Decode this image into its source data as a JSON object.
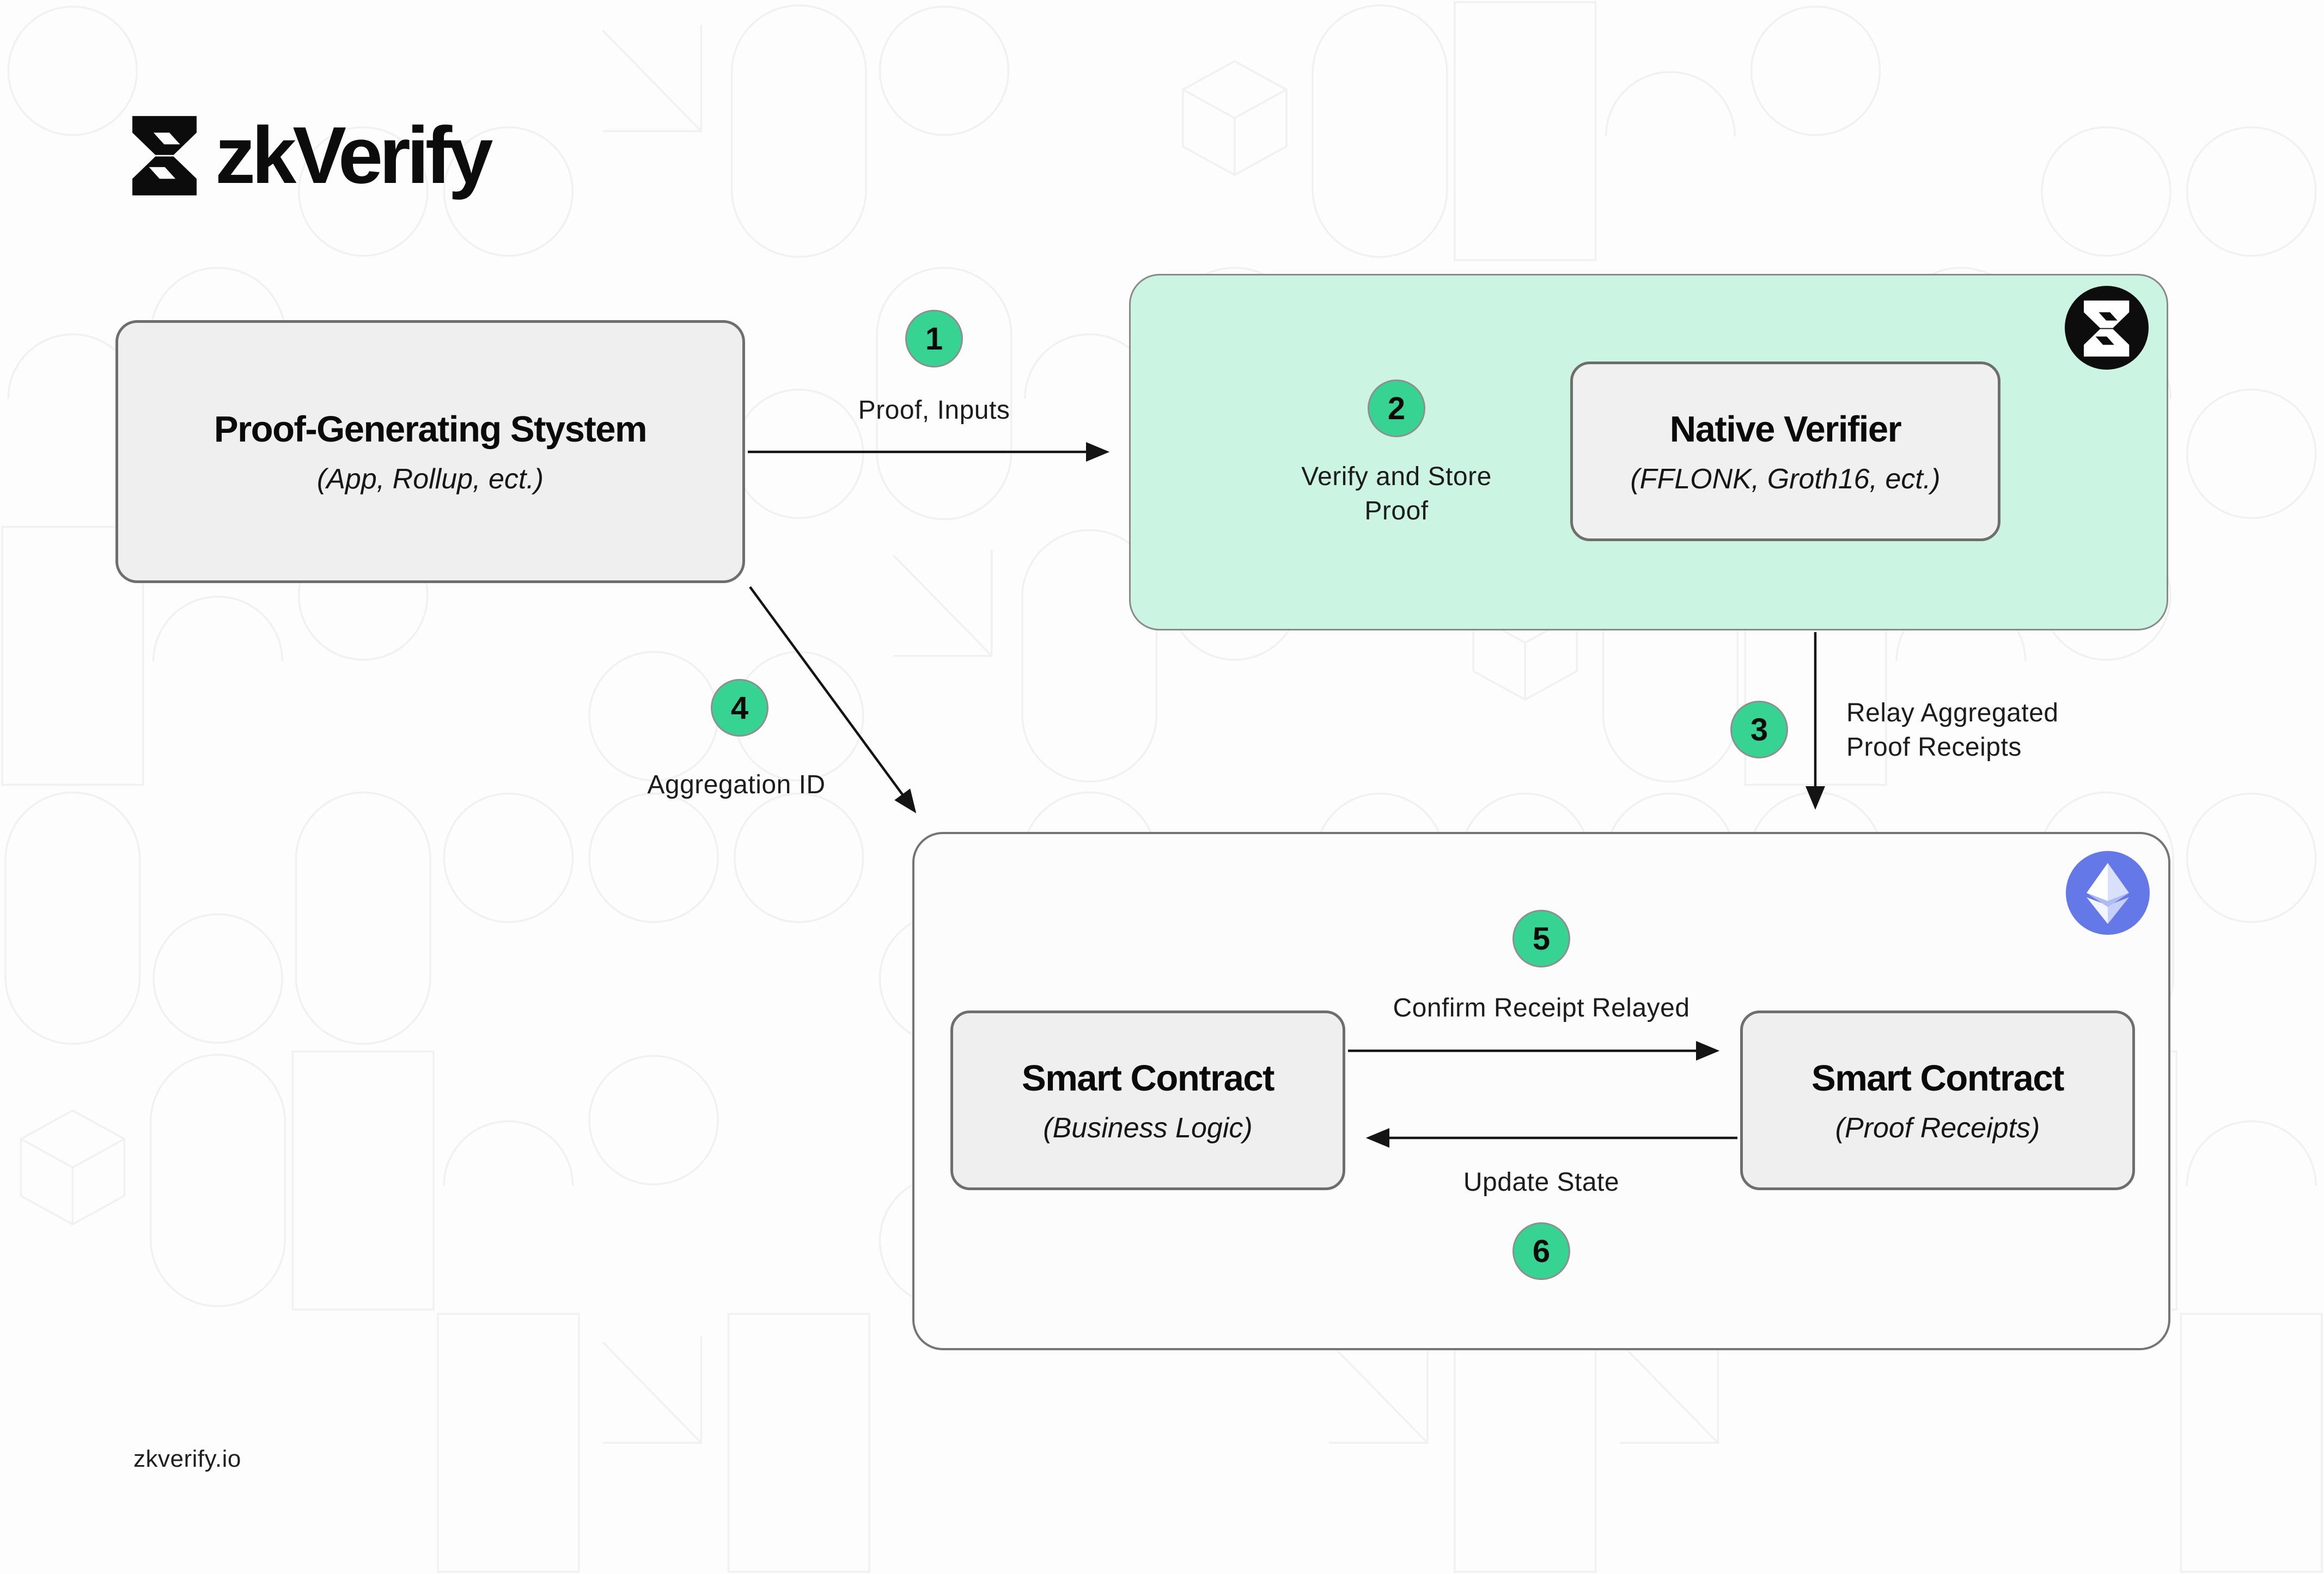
{
  "page": {
    "title": "zkVerify proof verification flow diagram"
  },
  "colors": {
    "accent-green": "#36d392",
    "mint-panel": "#cbf5e2",
    "node-fill": "#efefef",
    "node-border": "#6e6e6e",
    "panel-border": "#8a8a8a",
    "outer-box-fill": "#fcfcfc",
    "outer-box-border": "#757575",
    "eth-blue": "#6478e8",
    "ink": "#141414",
    "badge-black": "#0d0d0d"
  },
  "brand": {
    "logo_text": "zkVerify",
    "logo_icon": "zkverify-hourglass-icon",
    "footer_link": "zkverify.io"
  },
  "nodes": {
    "proof_system": {
      "title": "Proof-Generating Stystem",
      "subtitle": "(App, Rollup, ect.)"
    },
    "native_verifier": {
      "title": "Native Verifier",
      "subtitle": "(FFLONK, Groth16, ect.)"
    },
    "sc_business": {
      "title": "Smart Contract",
      "subtitle": "(Business Logic)"
    },
    "sc_receipts": {
      "title": "Smart Contract",
      "subtitle": "(Proof Receipts)"
    },
    "zkverify_panel_badge": "zkverify-hourglass-icon",
    "ethereum_panel_badge": "ethereum-icon"
  },
  "steps": {
    "s1": {
      "num": "1",
      "label": "Proof, Inputs"
    },
    "s2": {
      "num": "2",
      "line1": "Verify and Store",
      "line2": "Proof"
    },
    "s3": {
      "num": "3",
      "line1": "Relay Aggregated",
      "line2": "Proof Receipts"
    },
    "s4": {
      "num": "4",
      "label": "Aggregation ID"
    },
    "s5": {
      "num": "5",
      "label": "Confirm Receipt Relayed"
    },
    "s6": {
      "num": "6",
      "label": "Update State"
    }
  }
}
